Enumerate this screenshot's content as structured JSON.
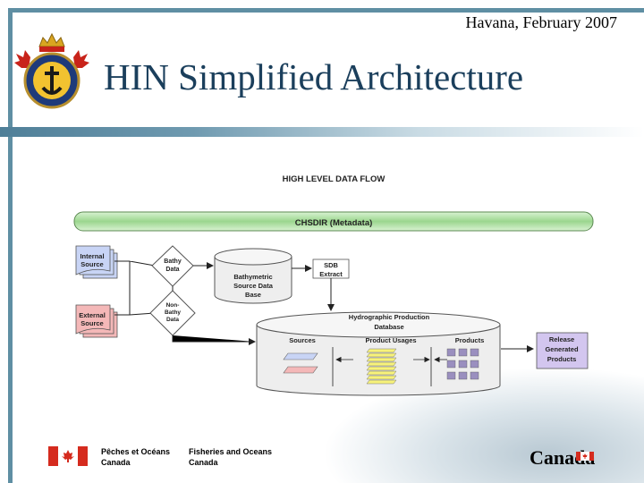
{
  "slide": {
    "date": "Havana, February 2007",
    "title": "HIN Simplified Architecture"
  },
  "diagram": {
    "heading": "HIGH LEVEL DATA FLOW",
    "metadata_bar": "CHSDIR (Metadata)",
    "internal_source": [
      "Internal",
      "Source"
    ],
    "external_source": [
      "External",
      "Source"
    ],
    "bathy_data": [
      "Bathy",
      "Data"
    ],
    "non_bathy_data": [
      "Non-",
      "Bathy",
      "Data"
    ],
    "bathy_db": [
      "Bathymetric",
      "Source Data",
      "Base"
    ],
    "sdb_extract": [
      "SDB",
      "Extract"
    ],
    "hpd": [
      "Hydrographic Production",
      "Database"
    ],
    "sources_label": "Sources",
    "product_usages_label": "Product Usages",
    "products_label": "Products",
    "release": [
      "Release",
      "Generated",
      "Products"
    ]
  },
  "footer": {
    "french": [
      "Pêches et Océans",
      "Canada"
    ],
    "english": [
      "Fisheries and Oceans",
      "Canada"
    ],
    "wordmark": "Canada"
  },
  "colors": {
    "title": "#1b3f5c",
    "frame": "#5f8fa3",
    "metadata_bar": "#9bd68e",
    "internal": "#c8d4f5",
    "external": "#f4b8b8",
    "database": "#eeeeee",
    "release": "#d3c6ef",
    "flag_red": "#d52b1e"
  }
}
